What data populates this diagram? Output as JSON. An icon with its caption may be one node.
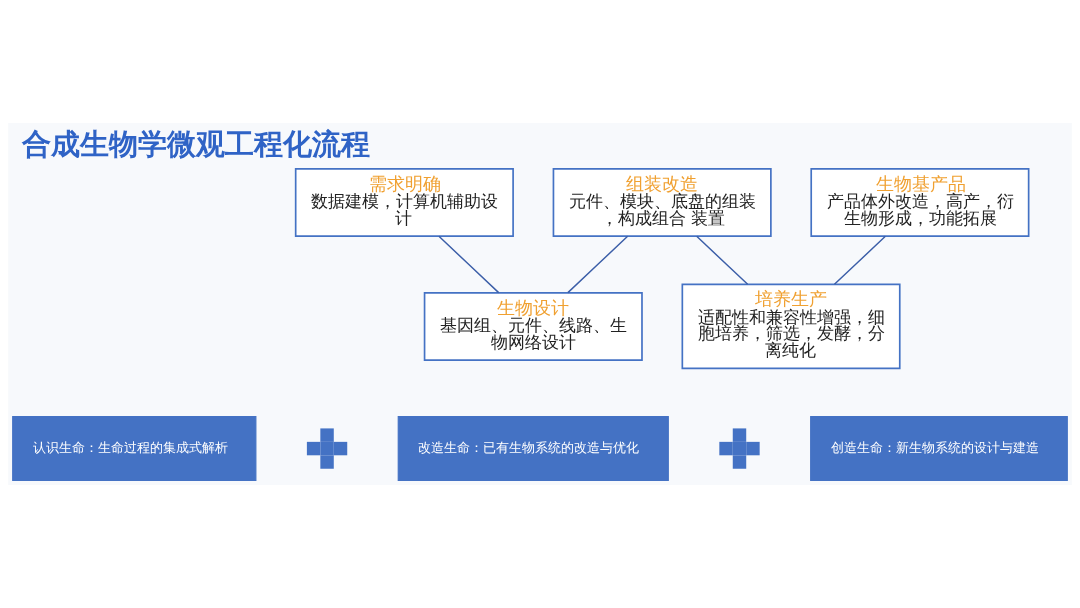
{
  "diagram": {
    "title": "合成生物学微观工程化流程",
    "nodes": [
      {
        "text": [
          "需求明确",
          "数据建模，计算机辅助设计"
        ]
      },
      {
        "text": [
          "组装改造",
          "元件、模块、底盘的组装，构成组合 装置"
        ]
      },
      {
        "text": [
          "生物基产品",
          "产品体外改造，高产，衍生物形成，功能拓展"
        ]
      },
      {
        "text": [
          "生物设计",
          "基因组、元件、线路、生物网络设计"
        ]
      },
      {
        "text": [
          "培养生产",
          "适配性和兼容性增强，细胞培养，筛选，发酵，分离纯化"
        ]
      },
      {
        "text": [
          "认识生命：生命过程的集成式解析"
        ]
      },
      {
        "text": [],
        "shape": "plus"
      },
      {
        "text": [
          "改造生命：已有生物系统的改造与优化"
        ]
      },
      {
        "text": [],
        "shape": "plus"
      },
      {
        "text": [
          "创造生命：新生物系统的设计与建造"
        ]
      }
    ],
    "edges": [
      {
        "from": 0,
        "to": 3,
        "arrow": "none"
      },
      {
        "from": 3,
        "to": 1,
        "arrow": "none"
      },
      {
        "from": 1,
        "to": 4,
        "arrow": "none"
      },
      {
        "from": 4,
        "to": 2,
        "arrow": "none"
      }
    ]
  }
}
